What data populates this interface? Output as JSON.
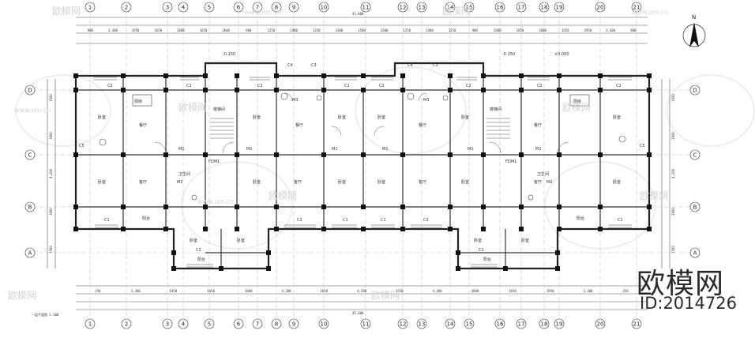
{
  "watermark": {
    "logo_text": "欧模网",
    "model_id": "ID:2014726",
    "url": "www.om.cn"
  },
  "grid": {
    "column_axes": [
      "1",
      "2",
      "3",
      "4",
      "5",
      "6",
      "7",
      "8",
      "9",
      "10",
      "11",
      "12",
      "13",
      "14",
      "15",
      "16",
      "17",
      "18",
      "19",
      "20",
      "21"
    ],
    "row_axes": [
      "D",
      "C",
      "B",
      "A"
    ]
  },
  "dimensions": {
    "overall": "45,600",
    "top_row": [
      "900",
      "3,300",
      "1950",
      "1650",
      "3600",
      "1650",
      "2600",
      "900",
      "1250",
      "2400",
      "1250",
      "3300",
      "1500",
      "3300",
      "1250",
      "2400",
      "1250",
      "900",
      "2600",
      "1650",
      "3600",
      "1650",
      "1950",
      "3,300",
      "900"
    ],
    "bottom_row": [
      "250",
      "3,300",
      "1950",
      "1650",
      "3600",
      "4,200",
      "1650",
      "4,200",
      "1650",
      "4,200",
      "3600",
      "1650",
      "1950",
      "3,300",
      "250"
    ],
    "side_left": [
      "1500",
      "3900",
      "4,200",
      "3900",
      "1500"
    ],
    "side_right": [
      "1500",
      "3900",
      "4,200",
      "3900",
      "1500"
    ]
  },
  "rooms": {
    "bedroom": "卧室",
    "living": "客厅",
    "dining": "餐厅",
    "kitchen": "厨房",
    "toilet": "卫生间",
    "balcony": "阳台",
    "stair": "楼梯间"
  },
  "labels": {
    "window_c1": "C1",
    "window_c2": "C2",
    "window_c3": "C3",
    "window_c4": "C4",
    "window_c5": "C5",
    "door_m1": "M1",
    "door_m2": "M2",
    "door_m3": "M3",
    "fdm": "FDM1",
    "level_neg": "-0.150",
    "level_zero": "±0.000",
    "bottom_note": "一层平面图 1:100"
  },
  "north_arrow_label": "N"
}
